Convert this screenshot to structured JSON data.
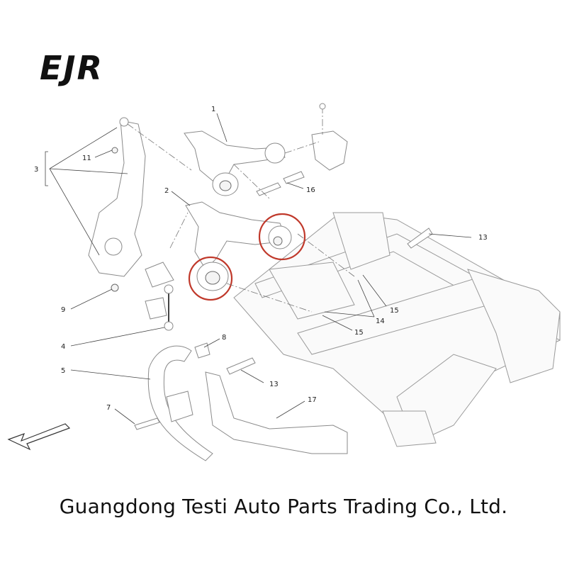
{
  "brand": {
    "logo_text": "EJR"
  },
  "footer": {
    "company": "Guangdong Testi Auto Parts Trading Co., Ltd."
  },
  "colors": {
    "highlight": "#c0392b",
    "line": "#8a8a8a",
    "text": "#111111"
  },
  "callouts": {
    "c1": "1",
    "c2": "2",
    "c3": "3",
    "c4": "4",
    "c5": "5",
    "c7": "7",
    "c8": "8",
    "c9": "9",
    "c11": "11",
    "c13a": "13",
    "c13b": "13",
    "c14": "14",
    "c15a": "15",
    "c15b": "15",
    "c16": "16",
    "c17": "17"
  },
  "highlights": [
    "rear-bushing",
    "front-bushing"
  ],
  "icons": {
    "direction_arrow": "forward-arrow-icon"
  }
}
